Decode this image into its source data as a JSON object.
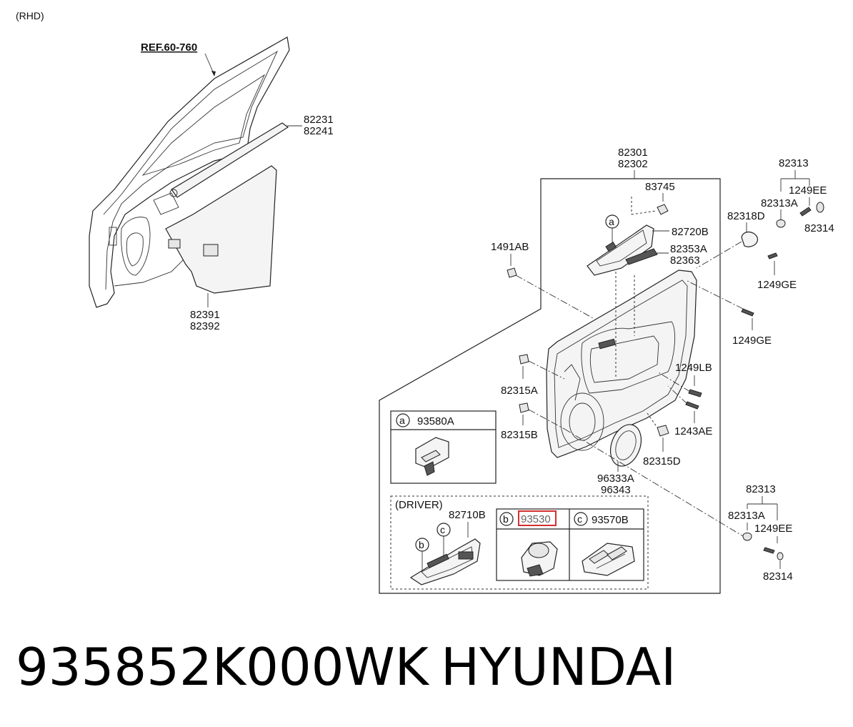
{
  "variant": "(RHD)",
  "ref": "REF.60-760",
  "labels": {
    "p82231": "82231",
    "p82241": "82241",
    "p82391": "82391",
    "p82392": "82392",
    "p82301": "82301",
    "p82302": "82302",
    "p83745": "83745",
    "p82720B": "82720B",
    "p82353A": "82353A",
    "p82363": "82363",
    "p1491AB": "1491AB",
    "p82313_top": "82313",
    "p1249EE_top": "1249EE",
    "p82313A_top": "82313A",
    "p82318D": "82318D",
    "p82314_top": "82314",
    "p1249GE_1": "1249GE",
    "p1249GE_2": "1249GE",
    "p1249LB": "1249LB",
    "p82315A": "82315A",
    "p82315B": "82315B",
    "p1243AE": "1243AE",
    "p82315D": "82315D",
    "p96333A": "96333A",
    "p96343": "96343",
    "p82313_bot": "82313",
    "p82313A_bot": "82313A",
    "p1249EE_bot": "1249EE",
    "p82314_bot": "82314"
  },
  "detail_a": {
    "letter": "a",
    "part": "93580A"
  },
  "driver": {
    "title": "(DRIVER)",
    "part": "82710B",
    "callout_b": "b",
    "callout_c": "c",
    "cell_b": {
      "letter": "b",
      "part": "93530"
    },
    "cell_c": {
      "letter": "c",
      "part": "93570B"
    }
  },
  "callout_a_main": "a",
  "highlight_color": "#d32f2f",
  "footer": {
    "part_number": "935852K000WK",
    "brand": "HYUNDAI"
  }
}
